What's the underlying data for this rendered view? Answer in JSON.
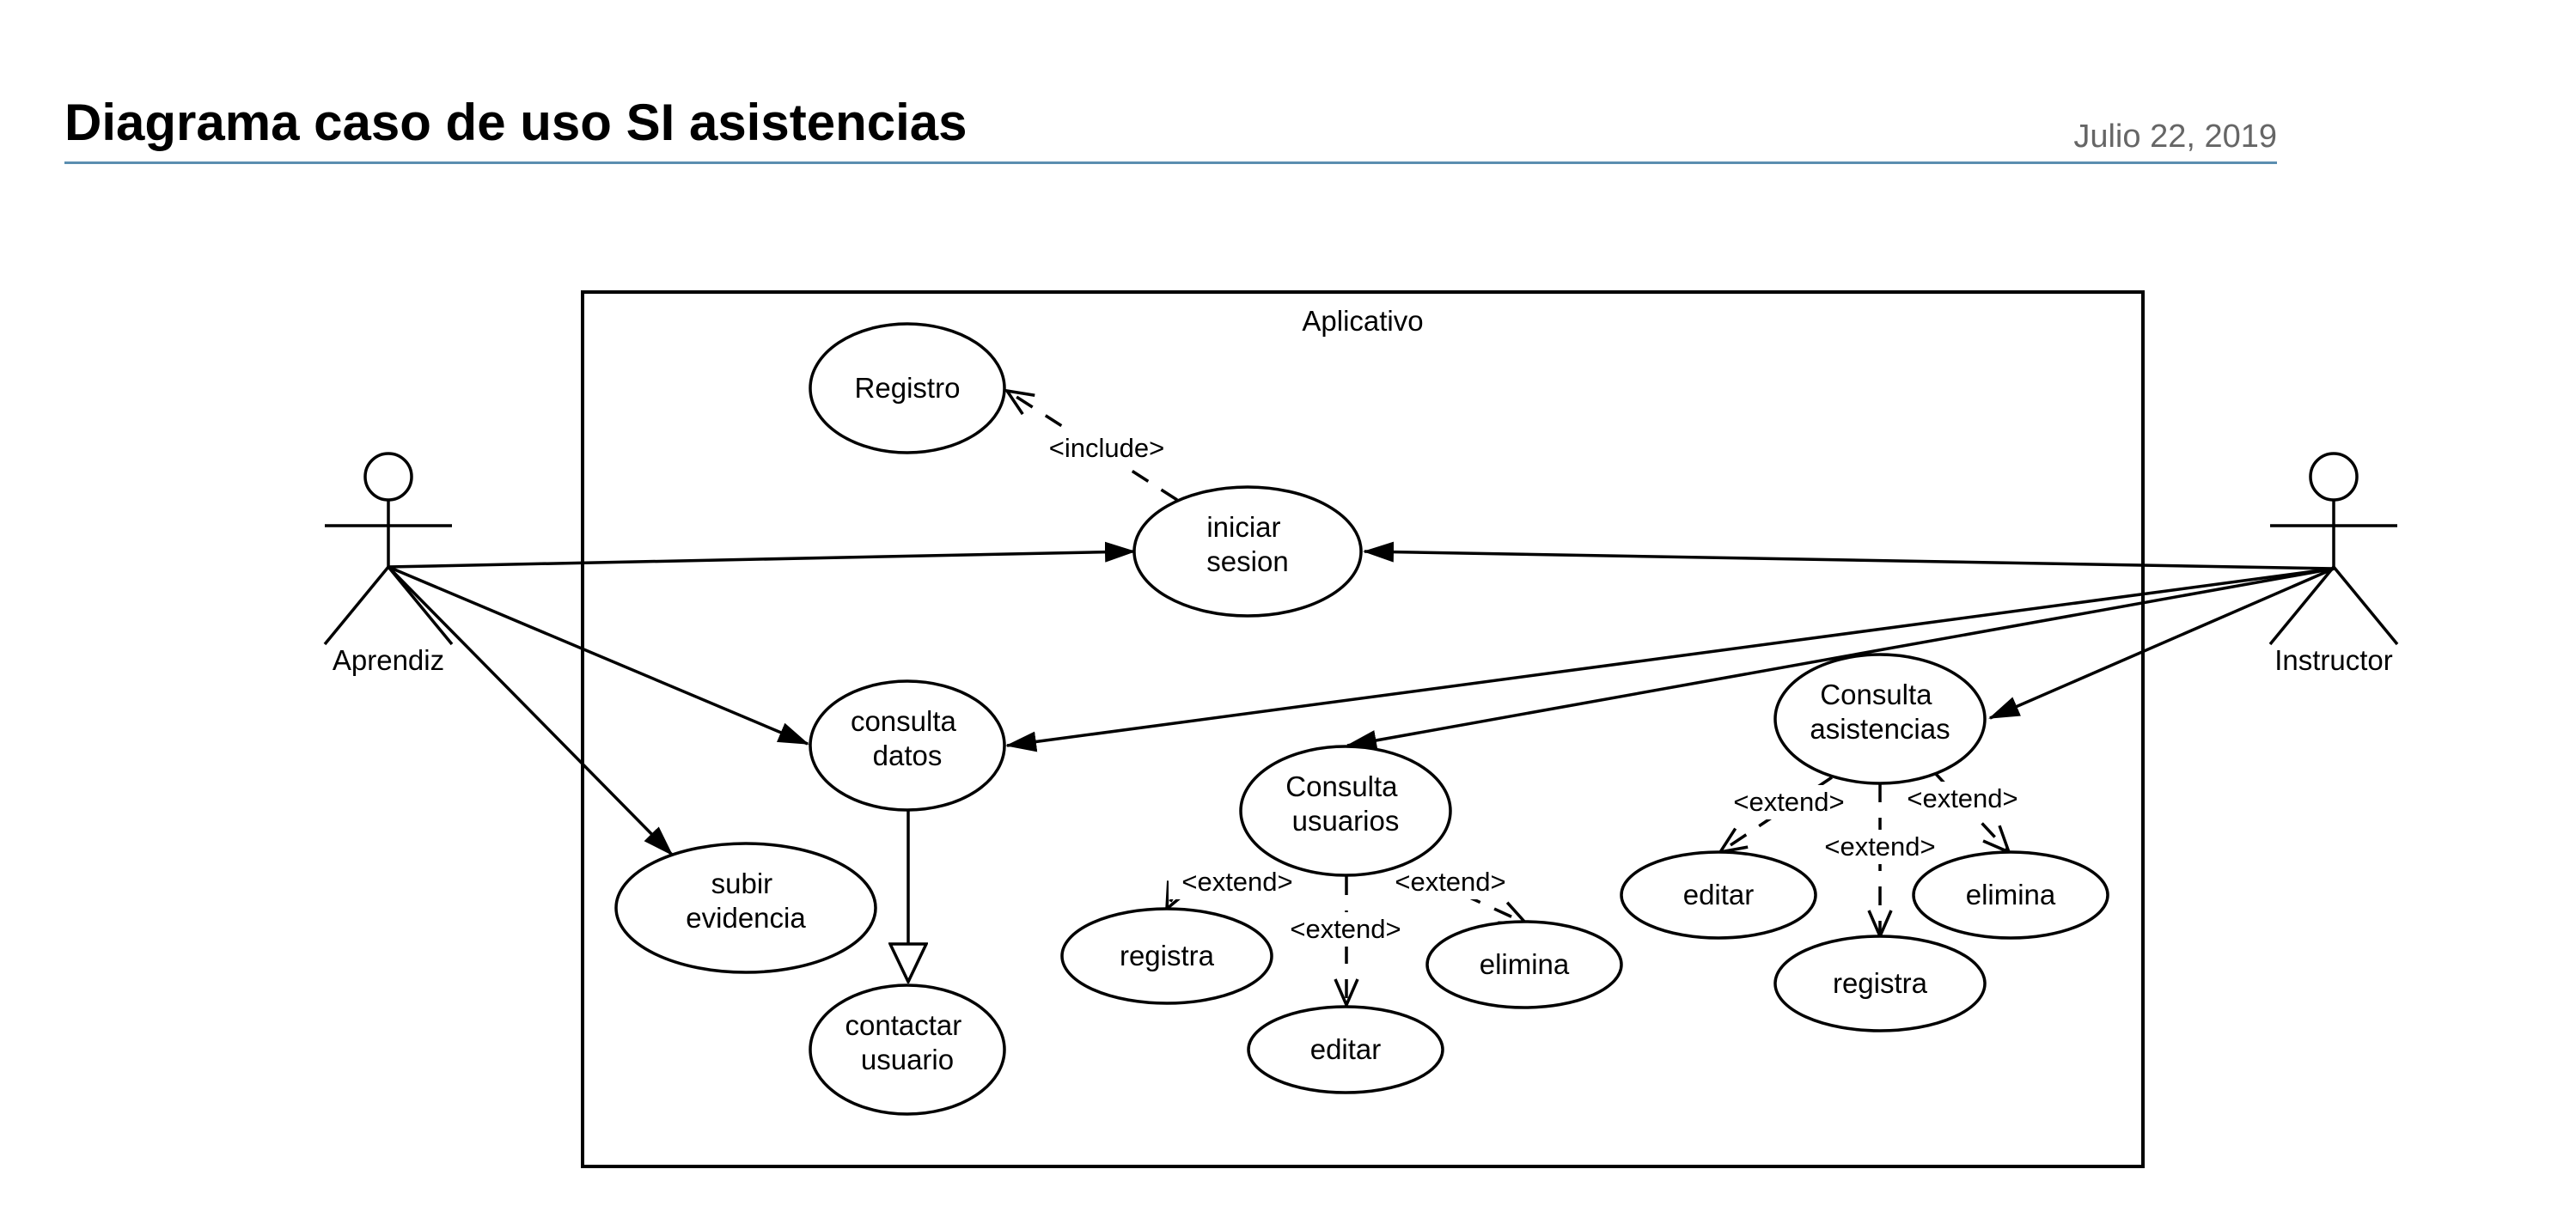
{
  "header": {
    "title": "Diagrama caso de uso SI asistencias",
    "date": "Julio 22, 2019"
  },
  "system": {
    "label": "Aplicativo"
  },
  "actors": {
    "aprendiz": "Aprendiz",
    "instructor": "Instructor"
  },
  "use_cases": {
    "registro": [
      "Registro"
    ],
    "iniciar_sesion": [
      "iniciar",
      "sesion"
    ],
    "consulta_datos": [
      "consulta",
      "datos"
    ],
    "subir_evidencia": [
      "subir",
      "evidencia"
    ],
    "contactar_usuario": [
      "contactar",
      "usuario"
    ],
    "consulta_usuarios": [
      "Consulta",
      "usuarios"
    ],
    "cu_registra": [
      "registra"
    ],
    "cu_editar": [
      "editar"
    ],
    "cu_elimina": [
      "elimina"
    ],
    "consulta_asistencias": [
      "Consulta",
      "asistencias"
    ],
    "ca_editar": [
      "editar"
    ],
    "ca_registra": [
      "registra"
    ],
    "ca_elimina": [
      "elimina"
    ]
  },
  "stereotypes": {
    "include": "<include>",
    "extend": "<extend>"
  },
  "colors": {
    "stroke": "#000000",
    "title_rule": "#5b8eb0",
    "date_text": "#666666"
  }
}
